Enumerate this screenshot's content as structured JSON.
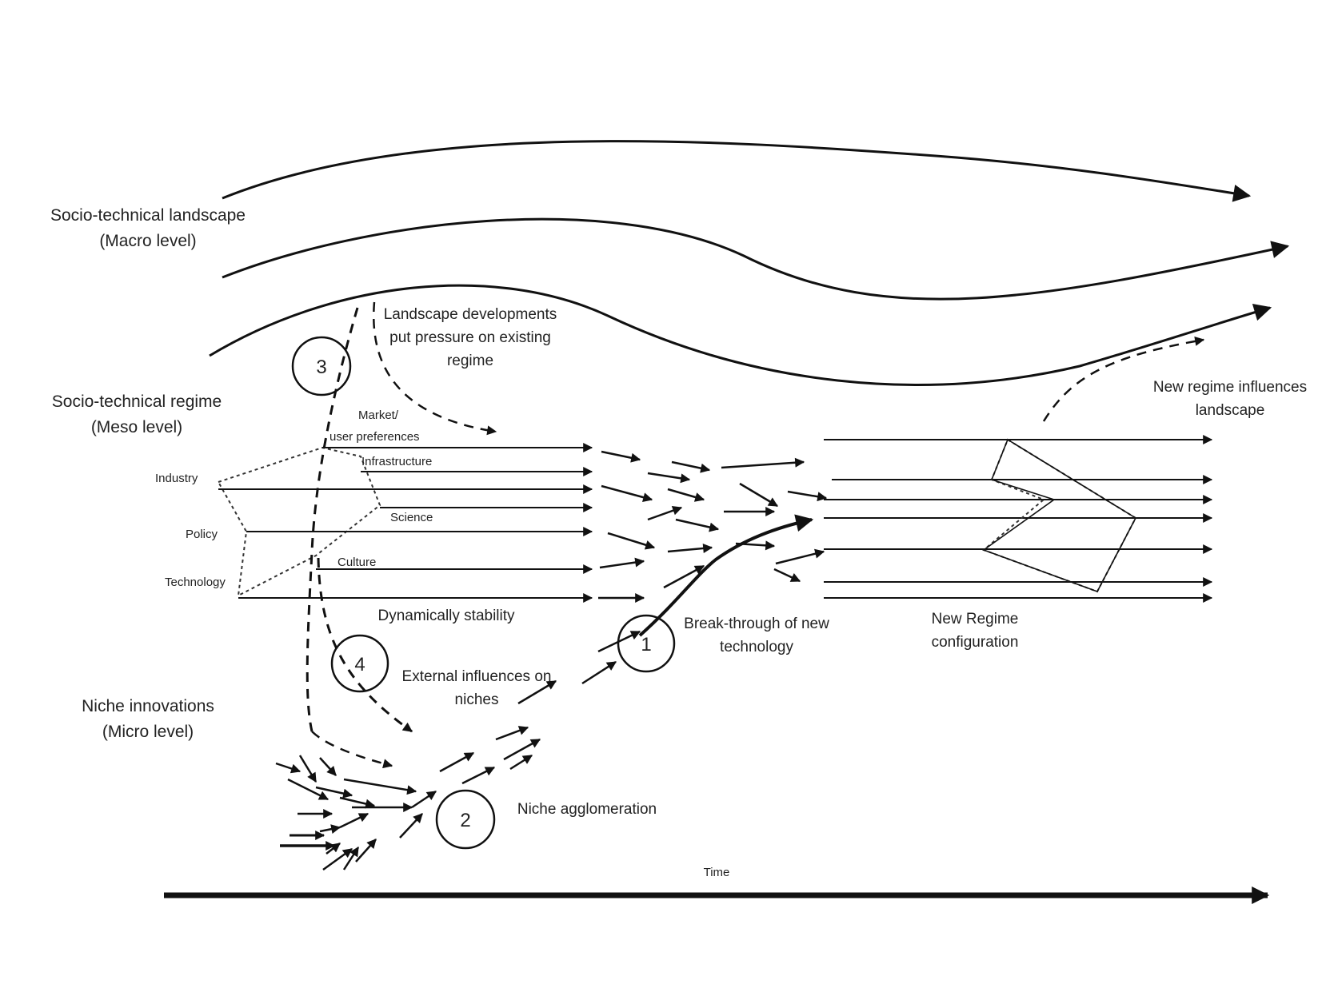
{
  "levels": {
    "landscape_title": "Socio-technical landscape",
    "landscape_sub": "(Macro level)",
    "regime_title": "Socio-technical regime",
    "regime_sub": "(Meso level)",
    "niche_title": "Niche innovations",
    "niche_sub": "(Micro level)"
  },
  "regime_dimensions": {
    "industry": "Industry",
    "policy": "Policy",
    "technology": "Technology",
    "market_1": "Market/",
    "market_2": "user preferences",
    "infrastructure": "Infrastructure",
    "science": "Science",
    "culture": "Culture"
  },
  "annotations": {
    "pressure_1": "Landscape developments",
    "pressure_2": "put pressure on existing",
    "pressure_3": "regime",
    "stability": "Dynamically stability",
    "breakthrough_1": "Break-through of new",
    "breakthrough_2": "technology",
    "external_1": "External influences on",
    "external_2": "niches",
    "agglomeration": "Niche agglomeration",
    "new_regime_1": "New Regime",
    "new_regime_2": "configuration",
    "influence_1": "New regime influences",
    "influence_2": "landscape",
    "time": "Time"
  },
  "markers": {
    "one": "1",
    "two": "2",
    "three": "3",
    "four": "4"
  }
}
